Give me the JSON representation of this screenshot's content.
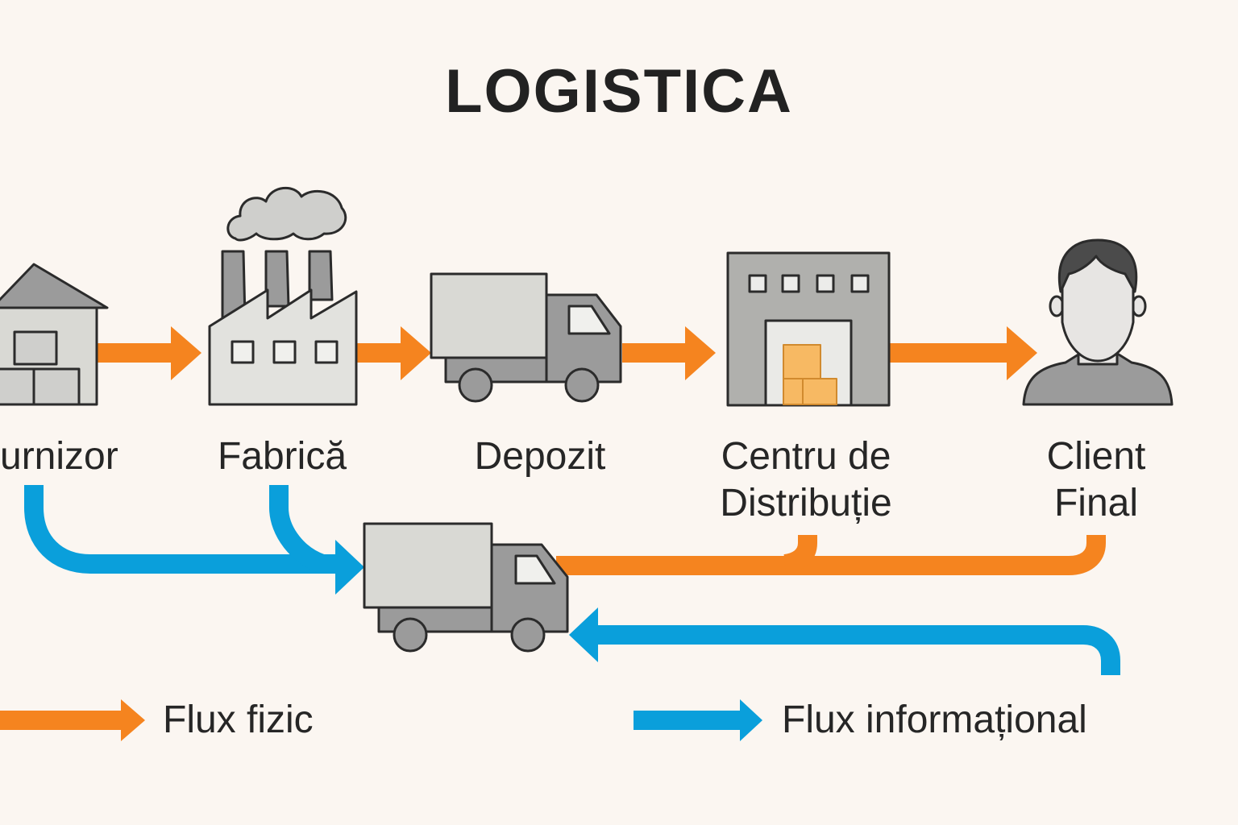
{
  "title": "LOGISTICA",
  "nodes": [
    {
      "id": "furnizor",
      "label": "urnizor",
      "icon": "warehouse-icon"
    },
    {
      "id": "fabrica",
      "label": "Fabrică",
      "icon": "factory-icon"
    },
    {
      "id": "depozit",
      "label": "Depozit",
      "icon": "truck-icon"
    },
    {
      "id": "centru",
      "label": "Centru de\nDistribuție",
      "icon": "distribution-center-icon"
    },
    {
      "id": "client",
      "label": "Client\nFinal",
      "icon": "person-icon"
    }
  ],
  "legend": {
    "physical": "Flux fizic",
    "information": "Flux informațional"
  },
  "colors": {
    "physical_flow": "#f5841f",
    "information_flow": "#0a9fdb",
    "icon_fill": "#9b9b9b",
    "icon_light": "#d9d9d4",
    "box_fill": "#f7b963",
    "text": "#222222",
    "background": "#fbf6f1"
  }
}
